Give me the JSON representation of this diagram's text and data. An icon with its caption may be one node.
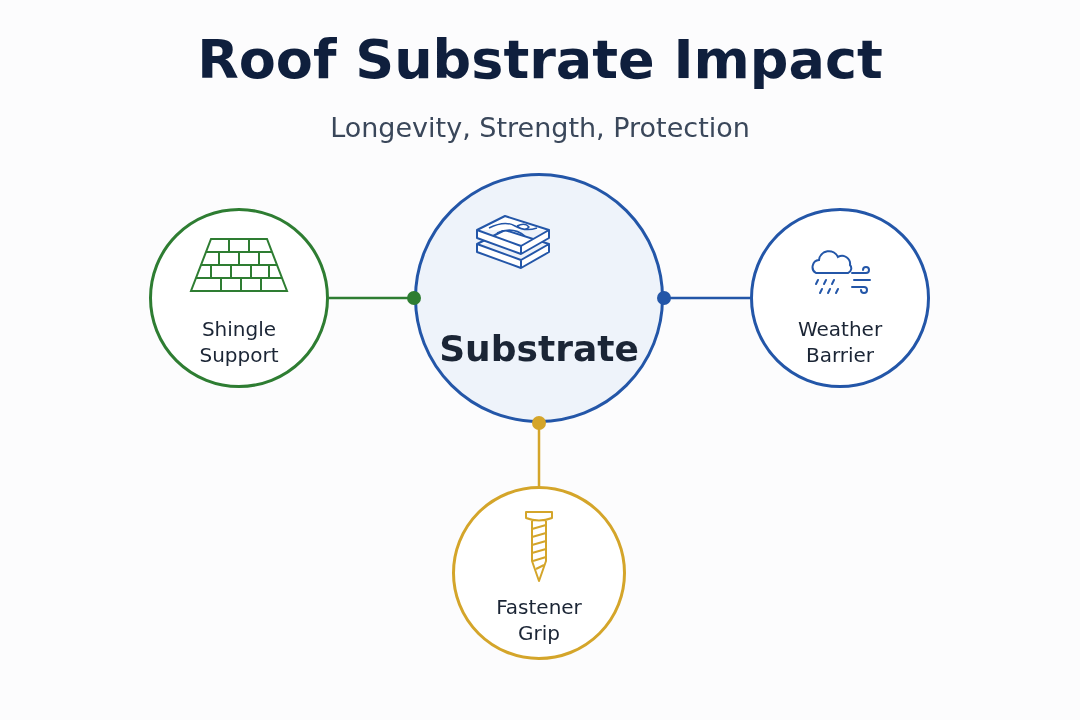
{
  "diagram": {
    "title": "Roof Substrate Impact",
    "caption": "Longevity, Strength, Protection",
    "nodes": [
      {
        "text": [
          "Substrate"
        ]
      },
      {
        "text": [
          "Shingle Support"
        ]
      },
      {
        "text": [
          "Weather Barrier"
        ]
      },
      {
        "text": [
          "Fastener Grip"
        ]
      }
    ],
    "edges": [
      {
        "from": 1,
        "to": 0,
        "arrow": "other",
        "color": "#2e7d32"
      },
      {
        "from": 2,
        "to": 0,
        "arrow": "other",
        "color": "#2356a8"
      },
      {
        "from": 3,
        "to": 0,
        "arrow": "other",
        "color": "#d4a52a"
      }
    ]
  }
}
